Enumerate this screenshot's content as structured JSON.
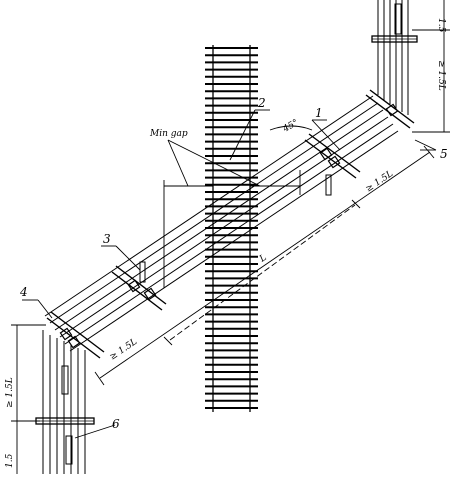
{
  "drawing": {
    "callouts": {
      "c1": "1",
      "c2": "2",
      "c3": "3",
      "c5": "5",
      "c4": "4",
      "c6": "6"
    },
    "annotations": {
      "min_gap": "Min gap",
      "angle": "45°",
      "dim_top_small": "1.5",
      "dim_top_large": "≥ 1.5L",
      "dim_upper_diag": "≥ 1.5L",
      "dim_lower_diag": "≥ 1.5L",
      "dim_left_large": "≥ 1.5L",
      "dim_left_small": "1.5",
      "dim_main": "L"
    }
  }
}
